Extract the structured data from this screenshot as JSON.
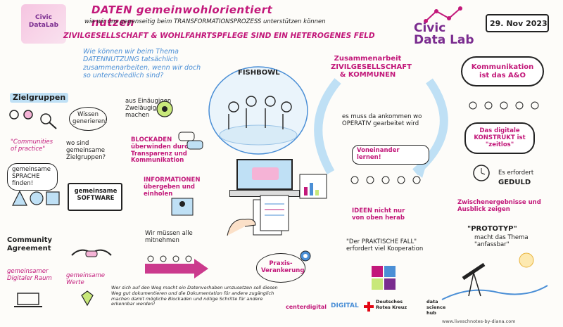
{
  "header": {
    "title": "DATEN gemeinwohlorientiert nutzen",
    "subtitle": "wie wir uns gegenseitig beim TRANSFORMATIONSPROZESS unterstützen können",
    "tagline": "ZIVILGESELLSCHAFT & WOHLFAHRTSPFLEGE SIND EIN HETEROGENES FELD",
    "date": "29. Nov 2023",
    "brand_line1": "Civic",
    "brand_line2": "Data Lab",
    "badge_line1": "Civic",
    "badge_line2": "DataLab"
  },
  "left": {
    "question": "Wie können wir beim Thema DATENNUTZUNG tatsächlich zusammenarbeiten, wenn wir doch so unterschiedlich sind?",
    "zielgruppen": "Zielgruppen",
    "wissen": "Wissen generieren!",
    "communities": "\"Communities of practice\"",
    "gemeinsame_zielgruppen": "wo sind gemeinsame Zielgruppen?",
    "sprache": "gemeinsame SPRACHE finden!",
    "software": "gemeinsame SOFTWARE",
    "community_agreement": "Community Agreement",
    "digitaler_raum": "gemeinsamer Digitaler Raum",
    "werte": "gemeinsame Werte",
    "einaeugige": "aus Einäugigen Zweiäugige machen",
    "blockaden": "BLOCKADEN überwinden durch Transparenz und Kommunikation",
    "fishbowl": "FISHBOWL",
    "informationen": "INFORMATIONEN übergeben und einholen",
    "mitnehmen": "Wir müssen alle mitnehmen",
    "bottom_note": "Wer sich auf den Weg macht ein Datenvorhaben umzusetzen soll diesen Weg gut dokumentieren und die Dokumentation für andere zugänglich machen damit mögliche Blockaden und nötige Schritte für andere erkennbar werden!",
    "praxis": "Praxis-Verankerung"
  },
  "right": {
    "zusammenarbeit": "Zusammenarbeit ZIVILGESELLSCHAFT & KOMMUNEN",
    "operativ": "es muss da ankommen wo OPERATIV gearbeitet wird",
    "voneinander": "Voneinander lernen!",
    "ideen": "IDEEN nicht nur von oben herab",
    "praktische": "\"Der PRAKTISCHE FALL\" erfordert viel Kooperation",
    "kommunikation": "Kommunikation ist das A&O",
    "konstrukt": "Das digitale KONSTRUKT ist \"zeitlos\"",
    "geduld_top": "Es erfordert",
    "geduld": "GEDULD",
    "zwischen": "Zwischenergebnisse und Ausblick zeigen",
    "prototyp": "\"PROTOTYP\"",
    "fassbar": "macht das Thema \"anfassbar\""
  },
  "footer": {
    "logos": [
      "centerdigital",
      "DIGITAL",
      "Deutsches Rotes Kreuz",
      "data science hub"
    ],
    "credit": "www.liveschnotes-by-diana.com"
  },
  "colors": {
    "magenta": "#c2187a",
    "blue": "#4b8fd6",
    "pink": "#f5b3d6",
    "purple": "#7a2c8f"
  }
}
